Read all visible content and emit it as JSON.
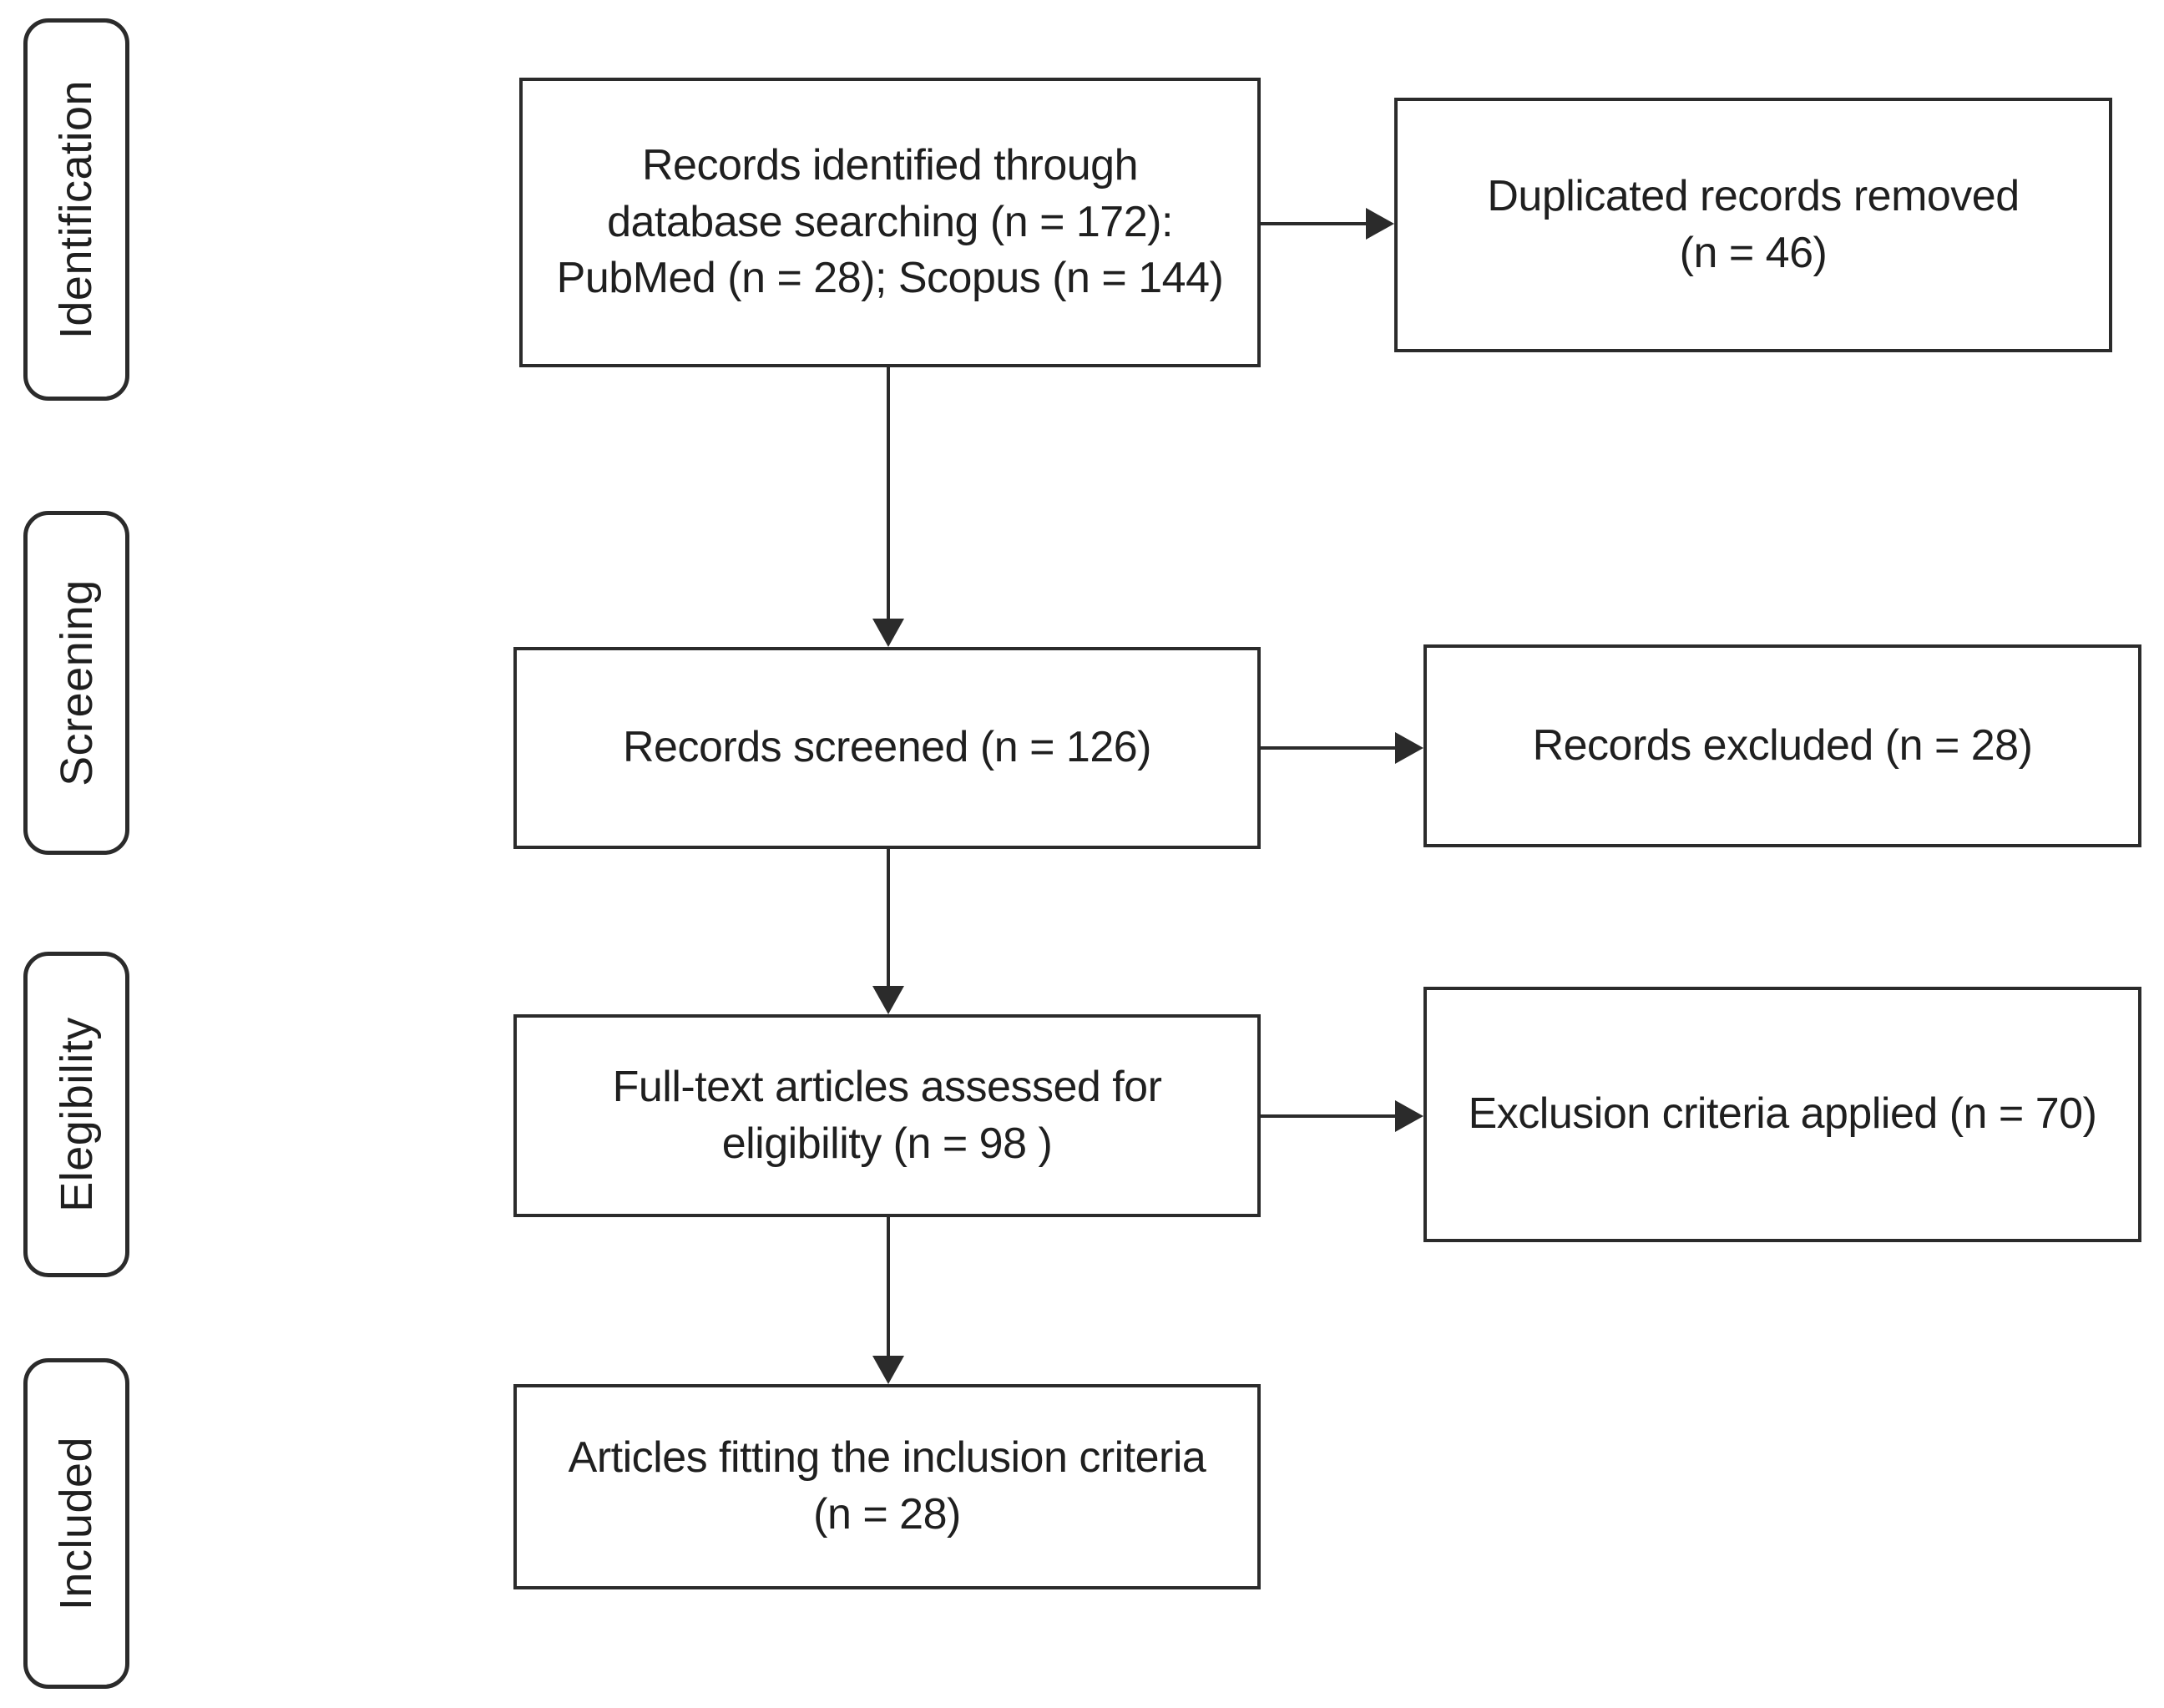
{
  "stages": [
    {
      "label": "Identification"
    },
    {
      "label": "Screening"
    },
    {
      "label": "Elegibility"
    },
    {
      "label": "Included"
    }
  ],
  "flow": {
    "identified": {
      "text": "Records identified through\ndatabase searching (n = 172):\nPubMed (n = 28); Scopus (n = 144)"
    },
    "duplicates_removed": {
      "text": "Duplicated records removed\n(n = 46)"
    },
    "screened": {
      "text": "Records screened (n = 126)"
    },
    "excluded": {
      "text": "Records excluded (n = 28)"
    },
    "fulltext": {
      "text": "Full-text articles assessed for\neligibility (n = 98 )"
    },
    "exclusion_applied": {
      "text": "Exclusion criteria applied (n = 70)"
    },
    "included": {
      "text": "Articles fitting the inclusion criteria\n(n = 28)"
    }
  },
  "colors": {
    "line": "#2b2b2b",
    "text": "#1f1f1f",
    "background": "#ffffff"
  }
}
